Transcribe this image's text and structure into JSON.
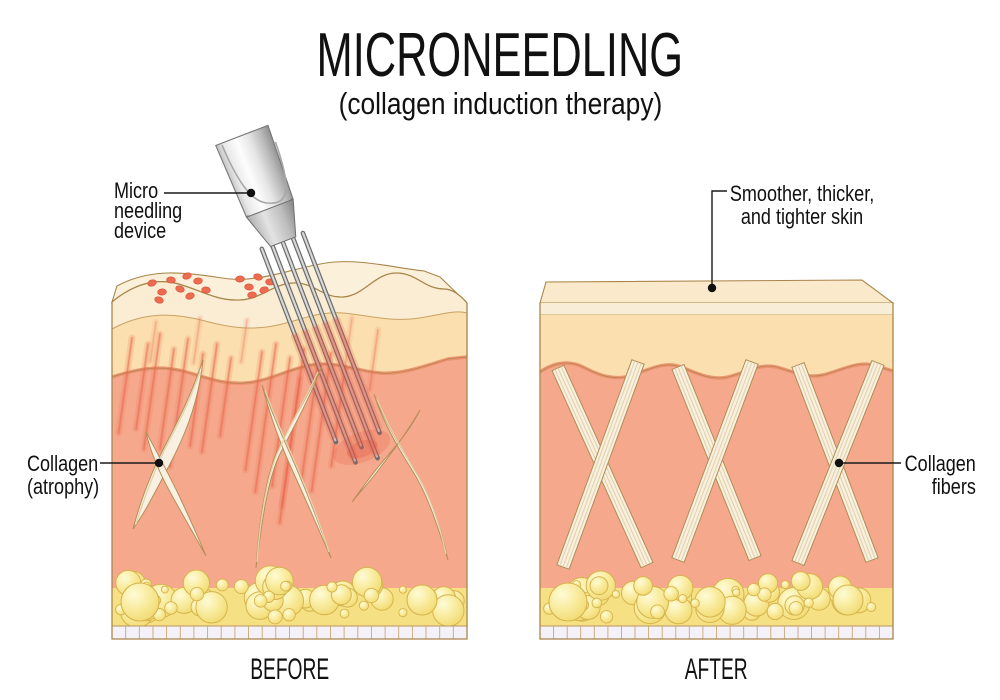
{
  "title": "MICRONEEDLING",
  "subtitle": "(collagen induction therapy)",
  "before": {
    "caption": "BEFORE",
    "device_label": [
      "Micro",
      "needling",
      "device"
    ],
    "collagen_label": [
      "Collagen",
      "(atrophy)"
    ]
  },
  "after": {
    "caption": "AFTER",
    "skin_label": [
      "Smoother, thicker,",
      "and tighter skin"
    ],
    "fibers_label": [
      "Collagen",
      "fibers"
    ]
  },
  "colors": {
    "dermis": "#F5A88C",
    "dermis_edge": "#EC9170",
    "epidermis": "#FBDFAE",
    "surface_cream": "#FAEDD3",
    "top_face": "#FBF0DA",
    "outline": "#A9854B",
    "collagen": "#F8F1E1",
    "collagen_outline": "#B08C54",
    "fat_base": "#F5E183",
    "fat_stroke": "#D6B44E",
    "cells": "#F5F1F8",
    "wound_red": "#EE6B50",
    "glow_red": "#E25742",
    "device_gray": "#C9C9C9",
    "text": "#111111"
  }
}
